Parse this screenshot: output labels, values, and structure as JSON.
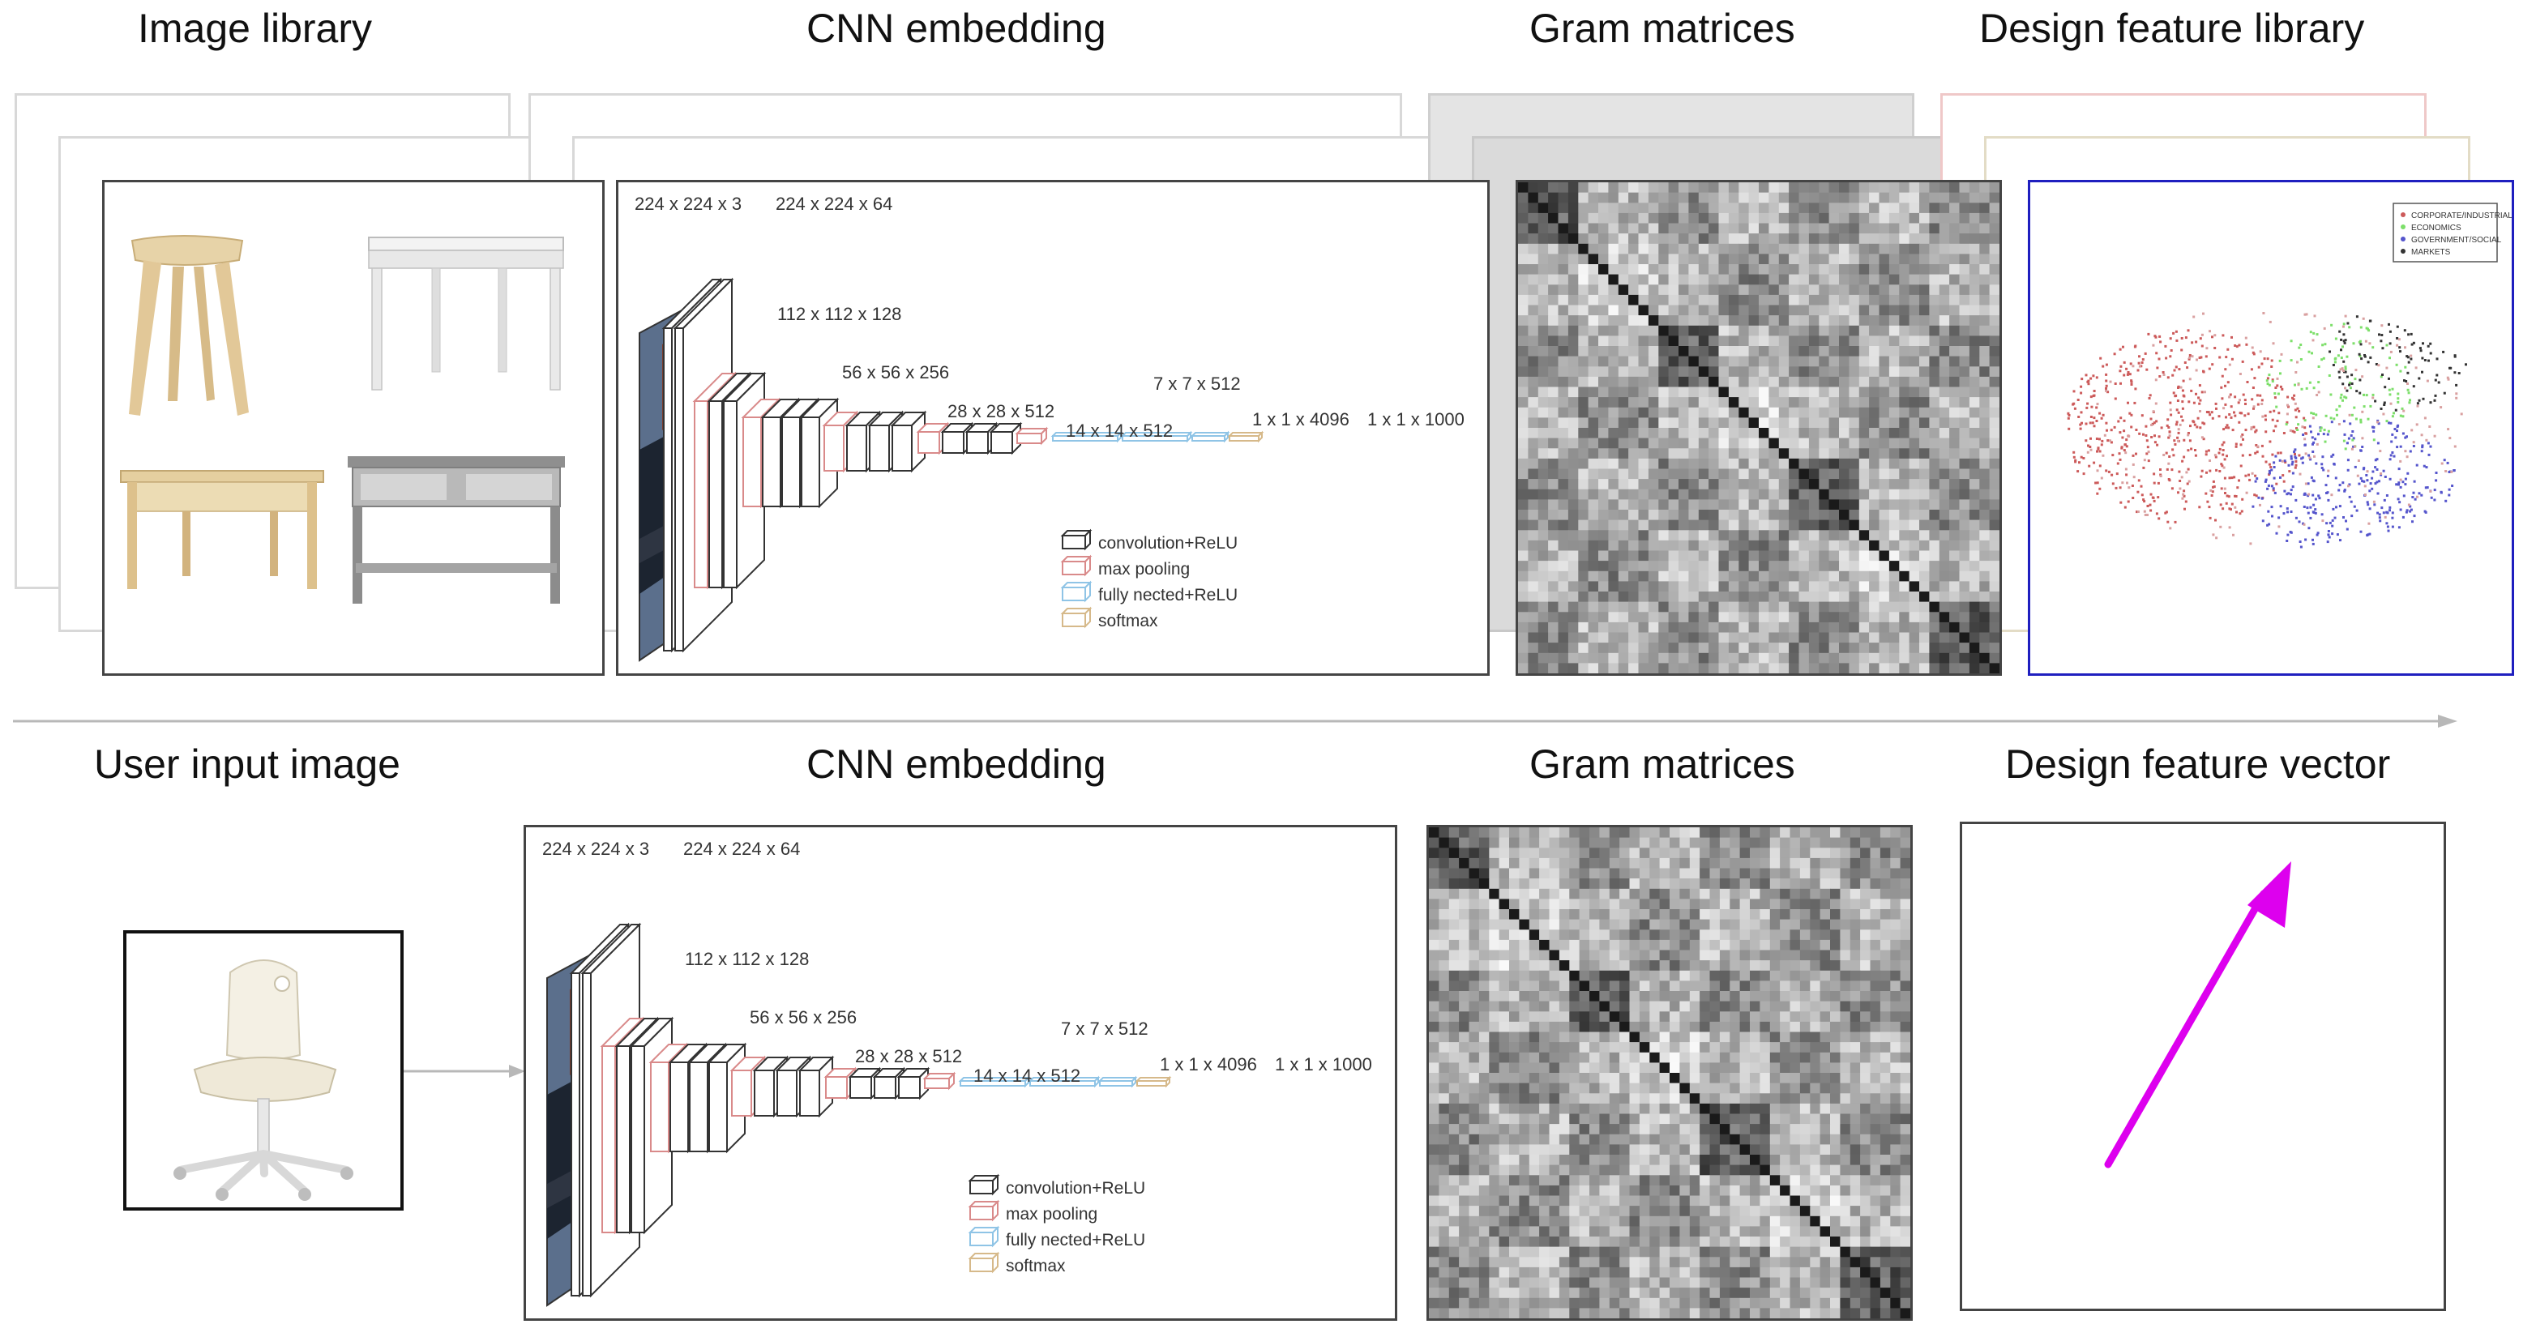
{
  "titles": {
    "image_library": "Image library",
    "cnn_top": "CNN embedding",
    "gram_top": "Gram matrices",
    "feature_library": "Design feature library",
    "user_input": "User input image",
    "cnn_bottom": "CNN embedding",
    "gram_bottom": "Gram matrices",
    "feature_vector": "Design feature vector"
  },
  "cnn": {
    "layers": [
      "224 x 224 x 3",
      "224 x 224 x 64",
      "112 x 112 x 128",
      "56 x 56 x 256",
      "28 x 28 x 512",
      "14 x 14 x 512",
      "7 x 7 x 512",
      "1 x 1 x 4096",
      "1 x 1 x 1000"
    ],
    "legend": [
      "convolution+ReLU",
      "max pooling",
      "fully nected+ReLU",
      "softmax"
    ]
  },
  "scatter": {
    "legend": [
      "CORPORATE/INDUSTRIAL",
      "ECONOMICS",
      "GOVERNMENT/SOCIAL",
      "MARKETS"
    ]
  },
  "colors": {
    "conv": "#333333",
    "pool": "#d98a8a",
    "fc": "#8fc4e6",
    "softmax": "#d6b98a",
    "vector_arrow": "#dd00ee",
    "feature_frame": "#1f1fbf",
    "timeline": "#b8b8b8"
  }
}
